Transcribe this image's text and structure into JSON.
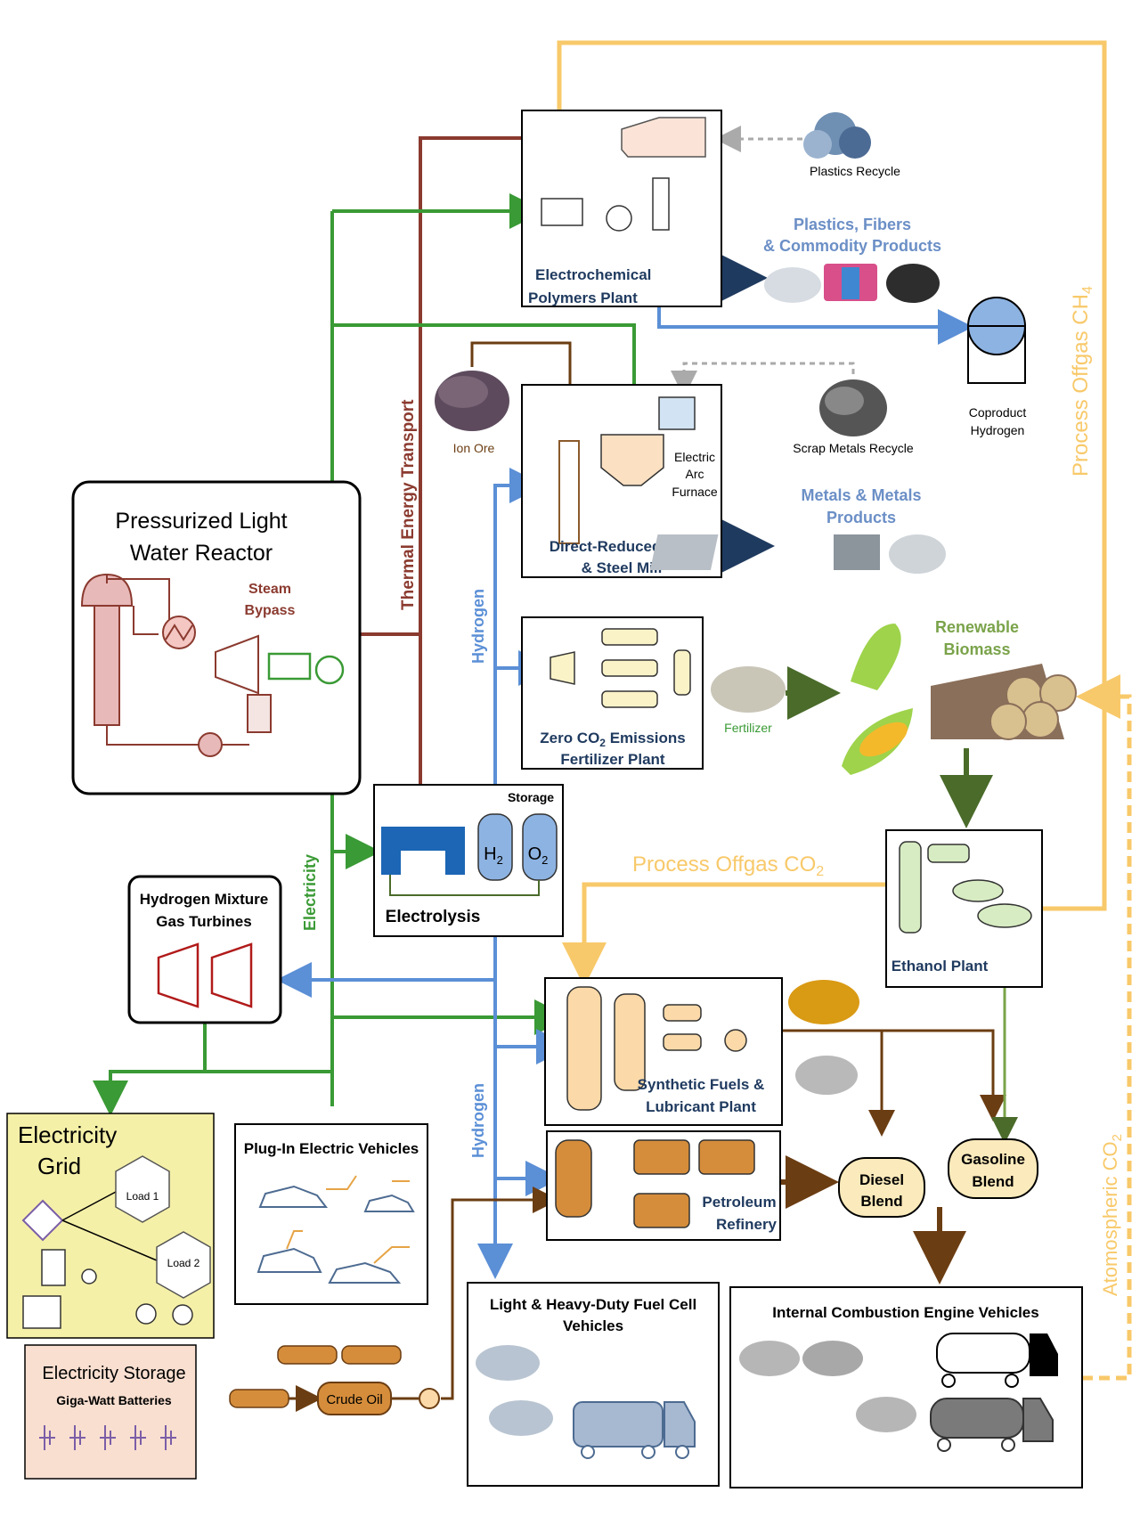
{
  "reactor": {
    "title_line1": "Pressurized Light",
    "title_line2": "Water Reactor",
    "steam_bypass_line1": "Steam",
    "steam_bypass_line2": "Bypass"
  },
  "flows": {
    "thermal": "Thermal Energy Transport",
    "electricity": "Electricity",
    "hydrogen_upper": "Hydrogen",
    "hydrogen_lower": "Hydrogen",
    "offgas_ch4": "Process Offgas CH",
    "offgas_ch4_sub": "4",
    "offgas_co2": "Process Offgas CO",
    "offgas_co2_sub": "2",
    "atmospheric_co2": "Atomospheric CO",
    "atmospheric_co2_sub": "2"
  },
  "plants": {
    "polymers_line1": "Electrochemical",
    "polymers_line2": "Polymers Plant",
    "steel_line1": "Direct-Reduced Iron",
    "steel_line2": "& Steel Mill",
    "eaf_line1": "Electric",
    "eaf_line2": "Arc",
    "eaf_line3": "Furnace",
    "fertilizer_line1a": "Zero CO",
    "fertilizer_line1_sub": "2",
    "fertilizer_line1b": " Emissions",
    "fertilizer_line2": "Fertilizer Plant",
    "electrolysis": "Electrolysis",
    "storage": "Storage",
    "h2": "H",
    "h2_sub": "2",
    "o2": "O",
    "o2_sub": "2",
    "turbines_line1": "Hydrogen Mixture",
    "turbines_line2": "Gas Turbines",
    "ethanol": "Ethanol Plant",
    "synfuels_line1": "Synthetic Fuels &",
    "synfuels_line2": "Lubricant Plant",
    "refinery_line1": "Petroleum",
    "refinery_line2": "Refinery"
  },
  "products": {
    "plastics_recycle": "Plastics Recycle",
    "plastics_line1": "Plastics, Fibers",
    "plastics_line2": "& Commodity Products",
    "coproduct_line1": "Coproduct",
    "coproduct_line2": "Hydrogen",
    "iron_ore": "Ion Ore",
    "scrap": "Scrap Metals Recycle",
    "metals_line1": "Metals & Metals",
    "metals_line2": "Products",
    "fertilizer": "Fertilizer",
    "biomass_line1": "Renewable",
    "biomass_line2": "Biomass",
    "diesel_line1": "Diesel",
    "diesel_line2": "Blend",
    "gasoline_line1": "Gasoline",
    "gasoline_line2": "Blend",
    "crude_oil": "Crude Oil"
  },
  "consumers": {
    "grid_line1": "Electricity",
    "grid_line2": "Grid",
    "load1": "Load 1",
    "load2": "Load 2",
    "storage_title": "Electricity Storage",
    "storage_sub": "Giga-Watt Batteries",
    "ev": "Plug-In Electric Vehicles",
    "fcv_line1": "Light & Heavy-Duty Fuel Cell",
    "fcv_line2": "Vehicles",
    "ice": "Internal Combustion Engine Vehicles"
  },
  "colors": {
    "thermal": "#8b3a2f",
    "electricity": "#3a9a35",
    "hydrogen": "#5b8fd6",
    "offgas": "#f8c96a",
    "oil": "#6b3d12",
    "biomass": "#4a6b2a",
    "grid_fill": "#f5f0a8",
    "storage_fill": "#f9dfd0"
  }
}
